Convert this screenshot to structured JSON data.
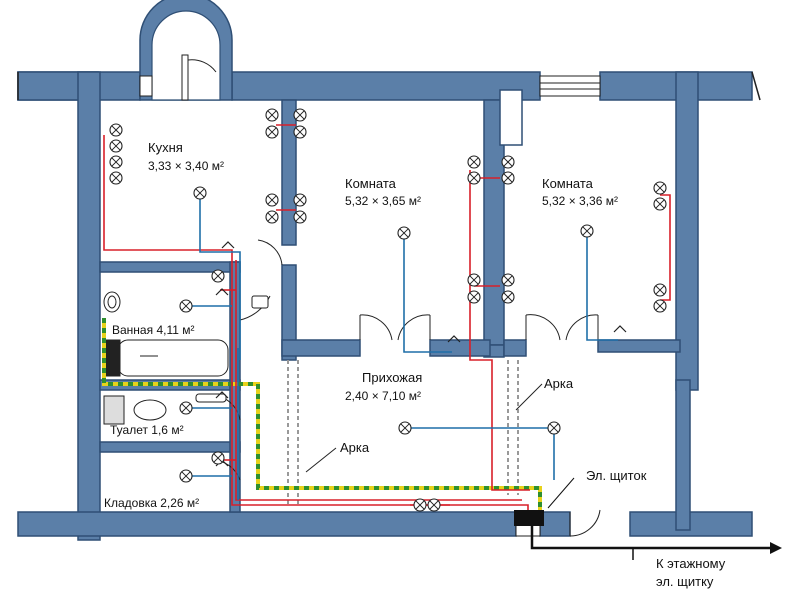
{
  "rooms": {
    "kitchen": {
      "name": "Кухня",
      "dims": "3,33 × 3,40 м²"
    },
    "room1": {
      "name": "Комната",
      "dims": "5,32 × 3,65 м²"
    },
    "room2": {
      "name": "Комната",
      "dims": "5,32 × 3,36 м²"
    },
    "hall": {
      "name": "Прихожая",
      "dims": "2,40 × 7,10 м²"
    },
    "bath": {
      "name": "Ванная 4,11 м²"
    },
    "toilet": {
      "name": "Туалет 1,6 м²"
    },
    "storage": {
      "name": "Кладовка 2,26 м²"
    }
  },
  "labels": {
    "arch_left": "Арка",
    "arch_right": "Арка",
    "panel": "Эл. щиток",
    "riser_line1": "К этажному",
    "riser_line2": "эл. щитку"
  },
  "colors": {
    "wall": "#5b7fa8",
    "wall_edge": "#2f4f75",
    "wire_red": "#d8202a",
    "wire_blue": "#1f6fa8",
    "wire_dark": "#111111",
    "ground_yellow": "#e8d21a",
    "ground_green": "#2f8f2f",
    "arch_dashed": "#999999"
  }
}
